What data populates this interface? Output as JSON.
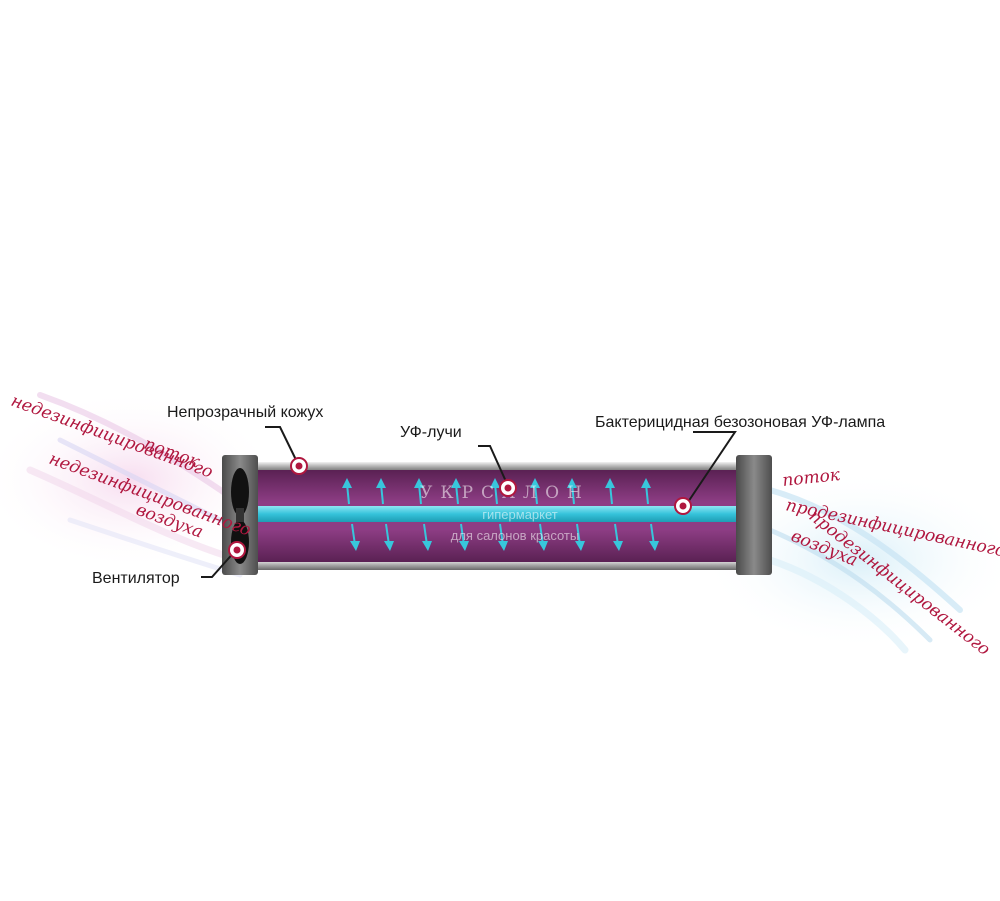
{
  "labels": {
    "housing": "Непрозрачный кожух",
    "uv_rays": "УФ-лучи",
    "lamp": "Бактерицидная безозоновая УФ-лампа",
    "fan": "Вентилятор"
  },
  "inflow": {
    "line1": "недезинфицированного",
    "line2": "поток",
    "line3": "недезинфицированного",
    "line4": "воздуха"
  },
  "outflow": {
    "line1": "поток",
    "line2": "продезинфицированного",
    "line3": "воздуха",
    "line4": "продезинфицированного"
  },
  "watermark": {
    "brand": "УКРСАЛОН",
    "line1": "гипермаркет",
    "line2": "для салонов красоты"
  },
  "colors": {
    "tube": "#7a2f72",
    "uv_beam": "#38c6dc",
    "flow_text": "#b0173f",
    "marker": "#b0173f"
  }
}
